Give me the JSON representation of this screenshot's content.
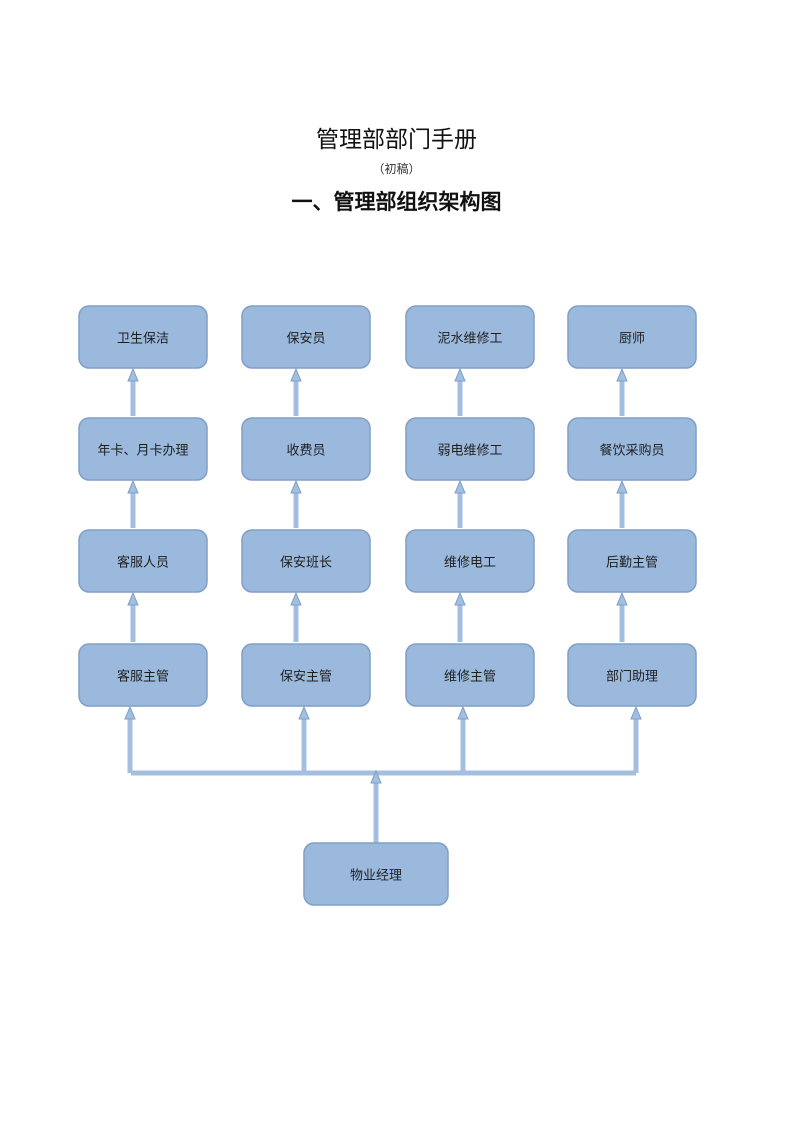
{
  "document": {
    "title": "管理部部门手册",
    "subtitle": "（初稿）",
    "heading": "一、管理部组织架构图"
  },
  "colors": {
    "box_fill": "#9ab9dd",
    "box_stroke": "#7f9fc6",
    "arrow_fill": "#a3bfe0"
  },
  "org_chart": {
    "root": "物业经理",
    "columns": [
      [
        "客服主管",
        "客服人员",
        "年卡、月卡办理",
        "卫生保洁"
      ],
      [
        "保安主管",
        "保安班长",
        "收费员",
        "保安员"
      ],
      [
        "维修主管",
        "维修电工",
        "弱电维修工",
        "泥水维修工"
      ],
      [
        "部门助理",
        "后勤主管",
        "餐饮采购员",
        "厨师"
      ]
    ]
  }
}
